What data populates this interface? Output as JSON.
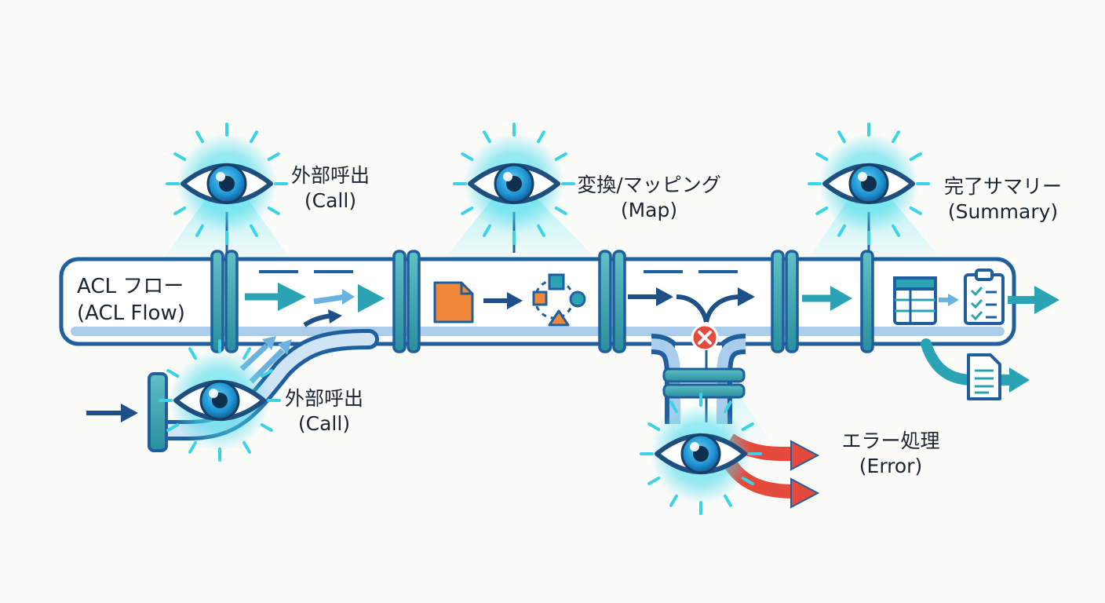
{
  "labels": {
    "acl_flow": {
      "ja": "ACL フロー",
      "en": "(ACL Flow)"
    },
    "call_top": {
      "ja": "外部呼出",
      "en": "(Call)"
    },
    "call_bottom": {
      "ja": "外部呼出",
      "en": "(Call)"
    },
    "map": {
      "ja": "変換/マッピング",
      "en": "(Map)"
    },
    "summary": {
      "ja": "完了サマリー",
      "en": "(Summary)"
    },
    "error": {
      "ja": "エラー処理",
      "en": "(Error)"
    }
  },
  "icons": [
    "eye-icon",
    "document-icon",
    "shapes-icon",
    "error-x-icon",
    "table-icon",
    "checklist-icon",
    "report-icon",
    "arrow-icon"
  ],
  "colors": {
    "pipe_outline": "#1f5f9e",
    "pipe_fill": "#ffffff",
    "pipe_inner": "#a9cdeb",
    "band": "#3b9fa8",
    "eye_glow": "#39d4e6",
    "arrow_dark": "#1e4f86",
    "arrow_teal": "#2aa3b5",
    "document": "#f0883a",
    "error_red": "#e54b3c"
  }
}
